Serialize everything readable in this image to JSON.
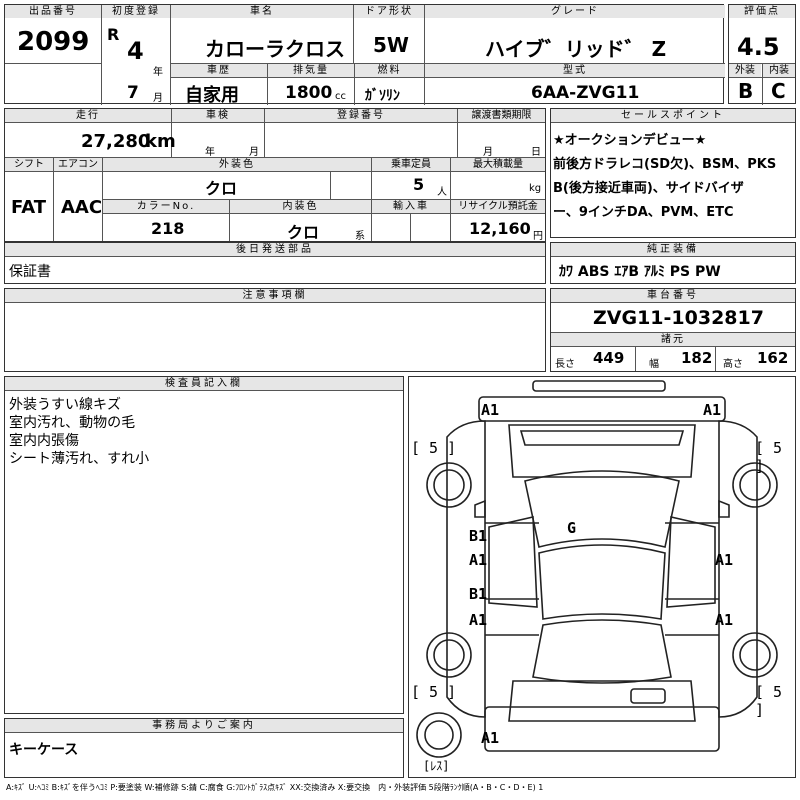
{
  "header": {
    "lot_label": "出品番号",
    "lot": "2099",
    "reg_label": "初度登録",
    "era": "R",
    "year": "4",
    "year_unit": "年",
    "month": "7",
    "month_unit": "月",
    "name_label": "車名",
    "name": "カローラクロス",
    "door_label": "ドア形状",
    "door": "5W",
    "grade_label": "グレード",
    "grade": "ハイブ゛リッド゛ Z",
    "score_label": "評価点",
    "score": "4.5",
    "history_label": "車歴",
    "history": "自家用",
    "cc_label": "排気量",
    "cc": "1800",
    "cc_unit": "cc",
    "fuel_label": "燃料",
    "fuel": "ｶﾞｿﾘﾝ",
    "model_label": "型式",
    "model": "6AA-ZVG11",
    "ext_label": "外装",
    "ext_score": "B",
    "int_label": "内装",
    "int_score": "C"
  },
  "row2": {
    "mileage_label": "走行",
    "mileage": "27,280",
    "mileage_unit": "km",
    "inspection_label": "車検",
    "insp_year_unit": "年",
    "insp_month_unit": "月",
    "regno_label": "登録番号",
    "transfer_label": "譲渡書類期限",
    "transfer_month_unit": "月",
    "transfer_day_unit": "日",
    "shift_label": "シフト",
    "shift": "FAT",
    "ac_label": "エアコン",
    "ac": "AAC",
    "color_label": "外装色",
    "color": "クロ",
    "capacity_label": "乗車定員",
    "capacity": "5",
    "capacity_unit": "人",
    "load_label": "最大積載量",
    "load_unit": "kg",
    "colorno_label": "カラーNo.",
    "colorno": "218",
    "intcolor_label": "内装色",
    "intcolor": "クロ",
    "intcolor_unit": "系",
    "import_label": "輸入車",
    "recycle_label": "リサイクル預託金",
    "recycle": "12,160",
    "recycle_unit": "円"
  },
  "sales": {
    "label": "セールスポイント",
    "lines": [
      "★オークションデビュー★",
      "前後方ドラレコ(SD欠)、BSM、PKS",
      "B(後方接近車両)、サイドバイザ",
      "ー、9インチDA、PVM、ETC"
    ]
  },
  "later_parts": {
    "label": "後日発送部品",
    "value": "保証書"
  },
  "genuine": {
    "label": "純正装備",
    "value": "ｶﾜ ABS ｴｱB ｱﾙﾐ PS PW"
  },
  "notes": {
    "label": "注意事項欄"
  },
  "chassis": {
    "label": "車台番号",
    "value": "ZVG11-1032817",
    "spec_label": "諸元",
    "length_label": "長さ",
    "length": "449",
    "width_label": "幅",
    "width": "182",
    "height_label": "高さ",
    "height": "162"
  },
  "inspector": {
    "label": "検査員記入欄",
    "lines": [
      "外装うすい線キズ",
      "室内汚れ、動物の毛",
      "室内内張傷",
      "シート薄汚れ、すれ小"
    ]
  },
  "office": {
    "label": "事務局よりご案内",
    "value": "キーケース"
  },
  "diagram": {
    "marks": {
      "front_left": "A1",
      "front_right": "A1",
      "tire_fl": "[ 5 ]",
      "tire_fr": "[ 5 ]",
      "tire_rl": "[ 5 ]",
      "tire_rr": "[ 5 ]",
      "windshield": "G",
      "door_fl_1": "B1",
      "door_fl_2": "A1",
      "door_fr": "A1",
      "door_rl_1": "B1",
      "door_rl_2": "A1",
      "door_rr": "A1",
      "rear": "A1",
      "spare": "[ﾚｽ]"
    }
  },
  "legend": "A:ｷｽﾞ U:ﾍｺﾐ B:ｷｽﾞを伴うﾍｺﾐ P:要塗装 W:補修跡 S:錆 C:腐食 G:ﾌﾛﾝﾄｶﾞﾗｽ点ｷｽﾞ XX:交換済み X:要交換　内・外装評価 5段階ﾗﾝｸ順(A・B・C・D・E) 1"
}
